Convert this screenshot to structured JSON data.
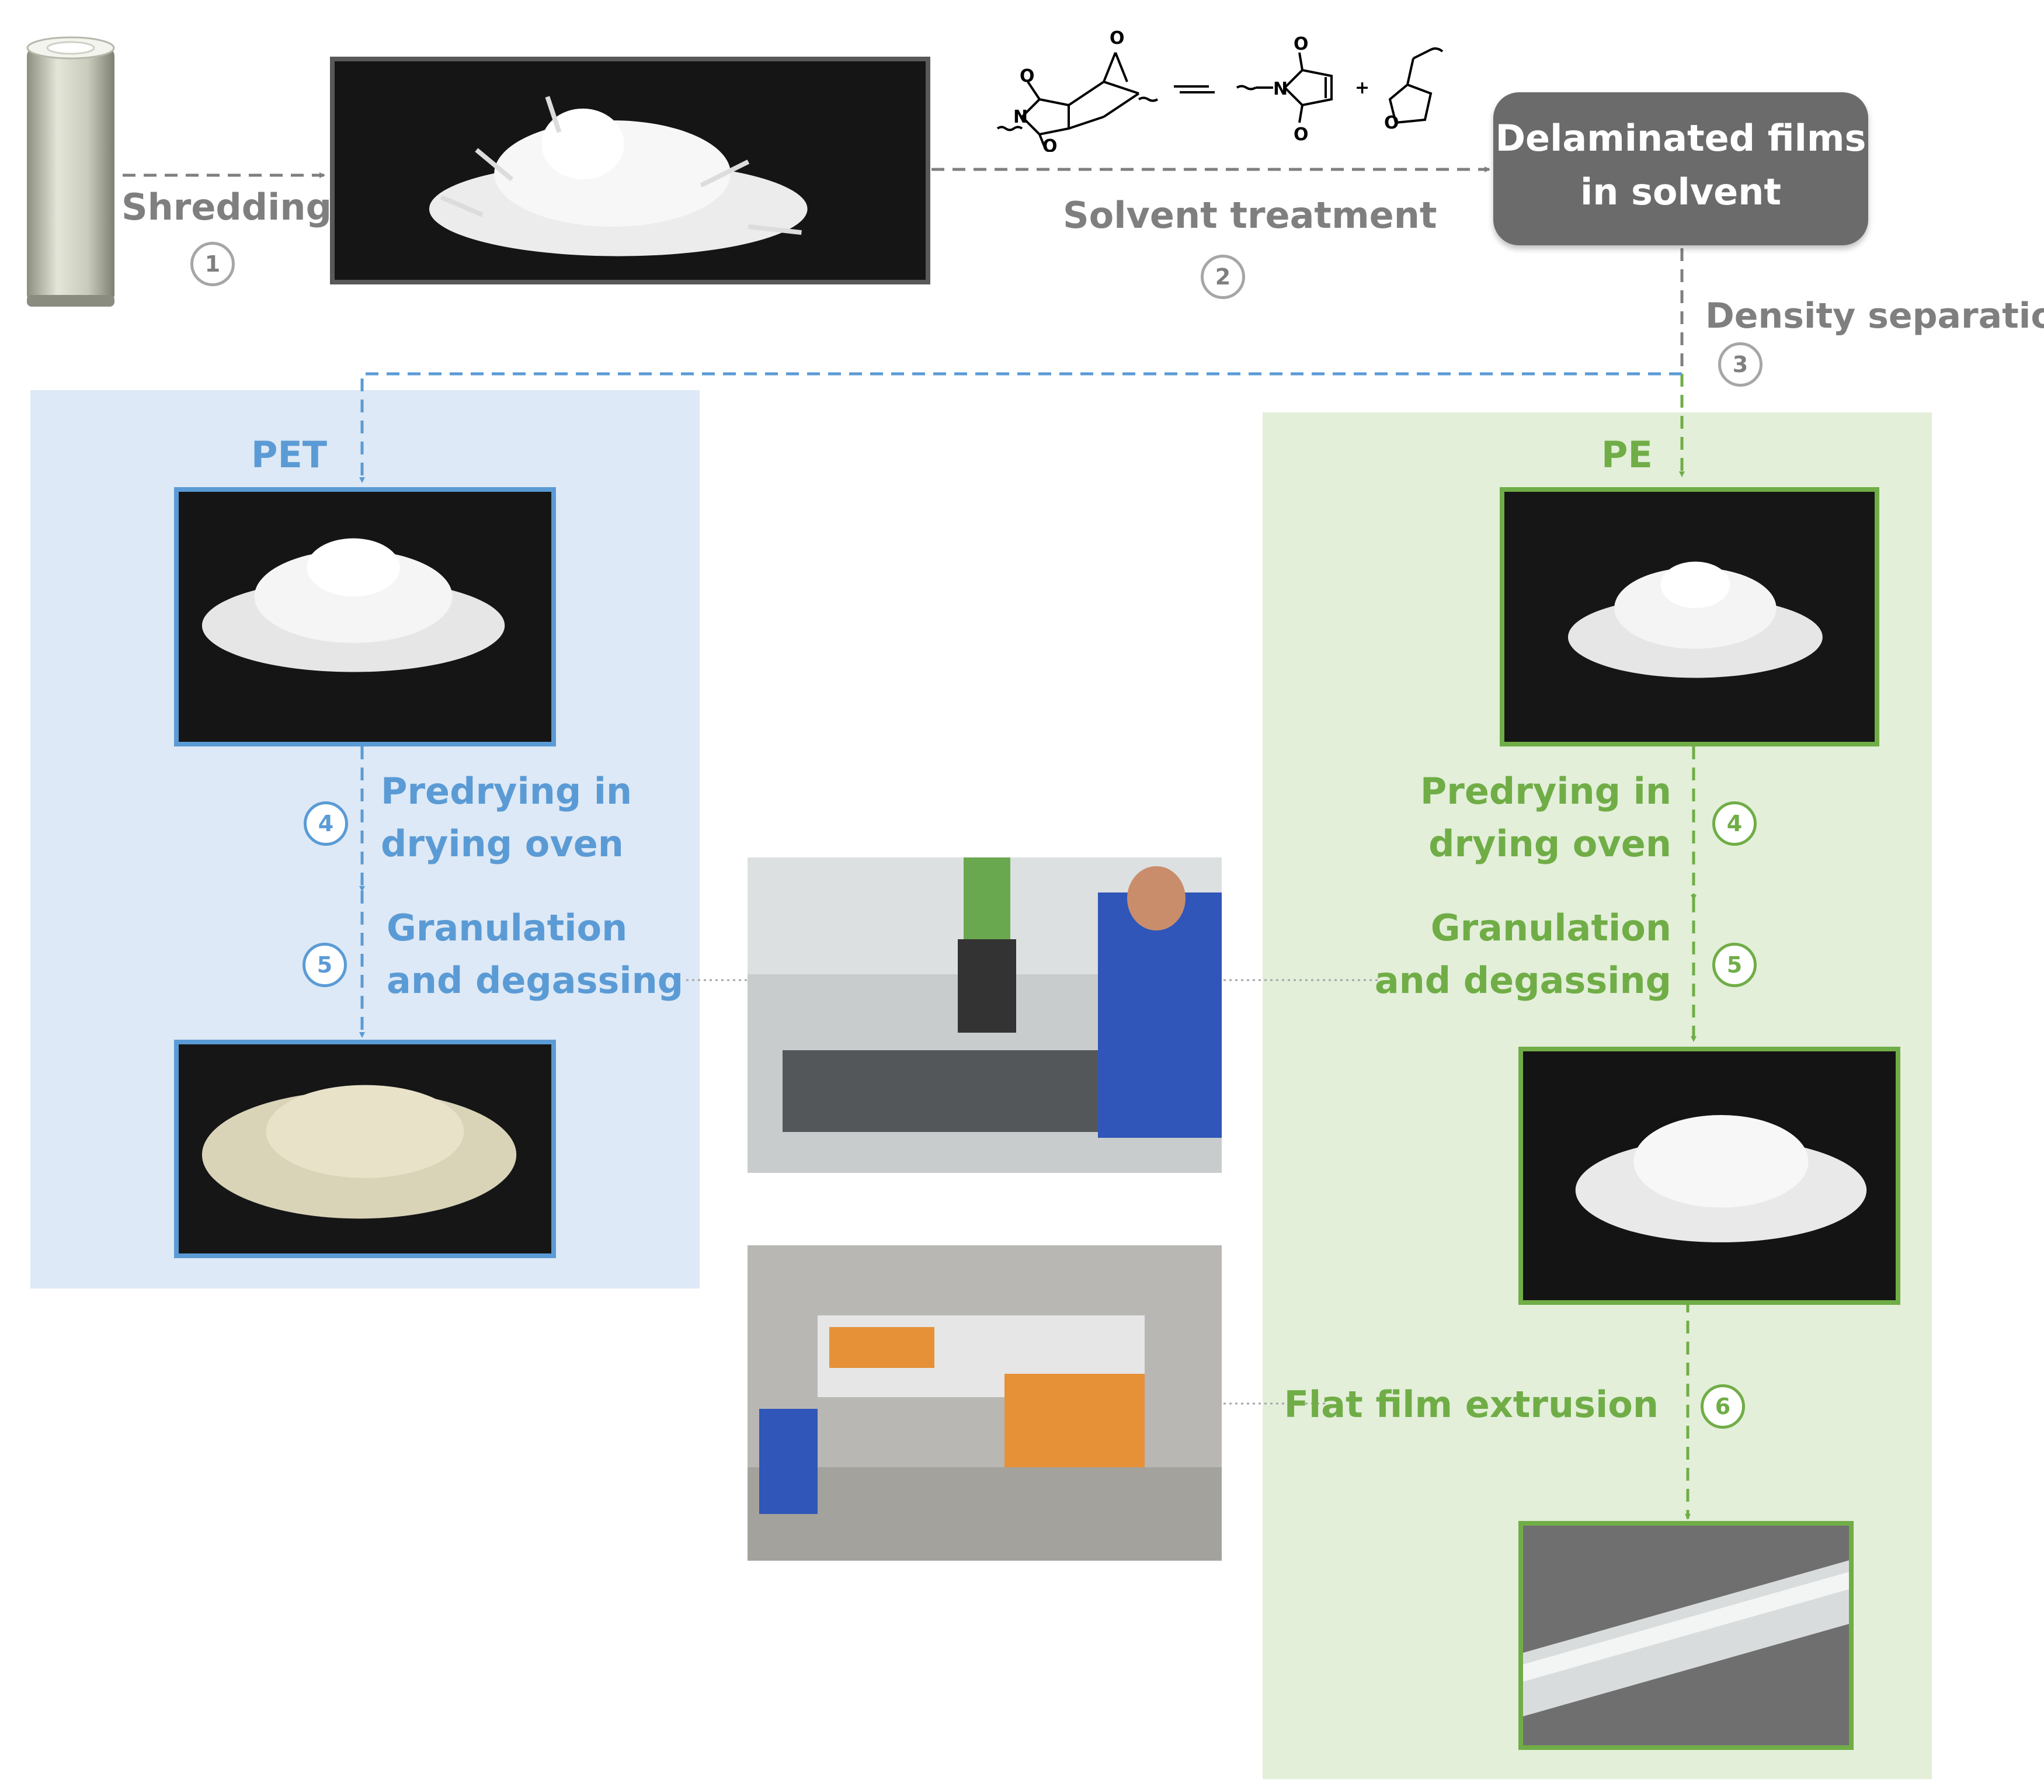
{
  "colors": {
    "gray": "#7f7f7f",
    "blue": "#5b9bd5",
    "green": "#70ad47",
    "pet_panel": "#dde9f6",
    "pe_panel": "#e3efd9",
    "delaminated_box": "#6b6b6b"
  },
  "steps": {
    "shredding": {
      "num": "1",
      "label": "Shredding"
    },
    "solvent": {
      "num": "2",
      "label": "Solvent treatment"
    },
    "density": {
      "num": "3",
      "label": "Density separation"
    },
    "pet_predry": {
      "num": "4",
      "label_line1": "Predrying in",
      "label_line2": "drying oven"
    },
    "pet_gran": {
      "num": "5",
      "label_line1": "Granulation",
      "label_line2": "and degassing"
    },
    "pe_predry": {
      "num": "4",
      "label_line1": "Predrying in",
      "label_line2": "drying oven"
    },
    "pe_gran": {
      "num": "5",
      "label_line1": "Granulation",
      "label_line2": "and degassing"
    },
    "extrusion": {
      "num": "6",
      "label": "Flat film extrusion"
    }
  },
  "delaminated": {
    "line1": "Delaminated films",
    "line2": "in solvent"
  },
  "pet": {
    "title": "PET"
  },
  "pe": {
    "title": "PE"
  },
  "chemistry": {
    "plus": "+",
    "o_label": "O",
    "n_label": "N"
  },
  "icons": [
    "film-roll-image",
    "shredded-flakes-photo",
    "diels-alder-scheme",
    "pet-flakes-photo",
    "pet-granules-photo",
    "pe-flakes-photo",
    "pe-granules-photo",
    "pe-film-photo",
    "extruder-lab-photo",
    "film-line-photo"
  ]
}
